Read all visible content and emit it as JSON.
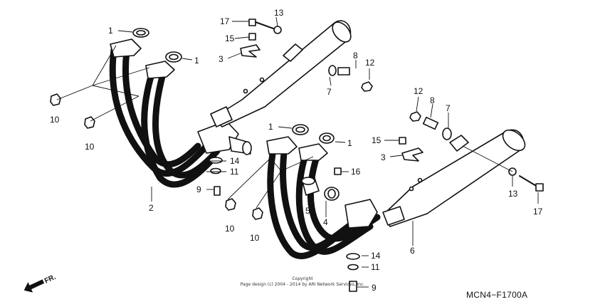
{
  "diagram_code": "MCN4−F1700A",
  "copyright_line1": "Copyright",
  "copyright_line2": "Page design (c) 2004 - 2014 by ARI Network Services, Inc.",
  "front_indicator": "FR.",
  "callouts": {
    "c1a": "1",
    "c1b": "1",
    "c1c": "1",
    "c1d": "1",
    "c2": "2",
    "c3a": "3",
    "c3b": "3",
    "c4": "4",
    "c5": "5",
    "c6": "6",
    "c7a": "7",
    "c7b": "7",
    "c8a": "8",
    "c8b": "8",
    "c9a": "9",
    "c9b": "9",
    "c10a": "10",
    "c10b": "10",
    "c10c": "10",
    "c10d": "10",
    "c11a": "11",
    "c11b": "11",
    "c12a": "12",
    "c12b": "12",
    "c13a": "13",
    "c13b": "13",
    "c14a": "14",
    "c14b": "14",
    "c15a": "15",
    "c15b": "15",
    "c16": "16",
    "c17a": "17",
    "c17b": "17"
  }
}
